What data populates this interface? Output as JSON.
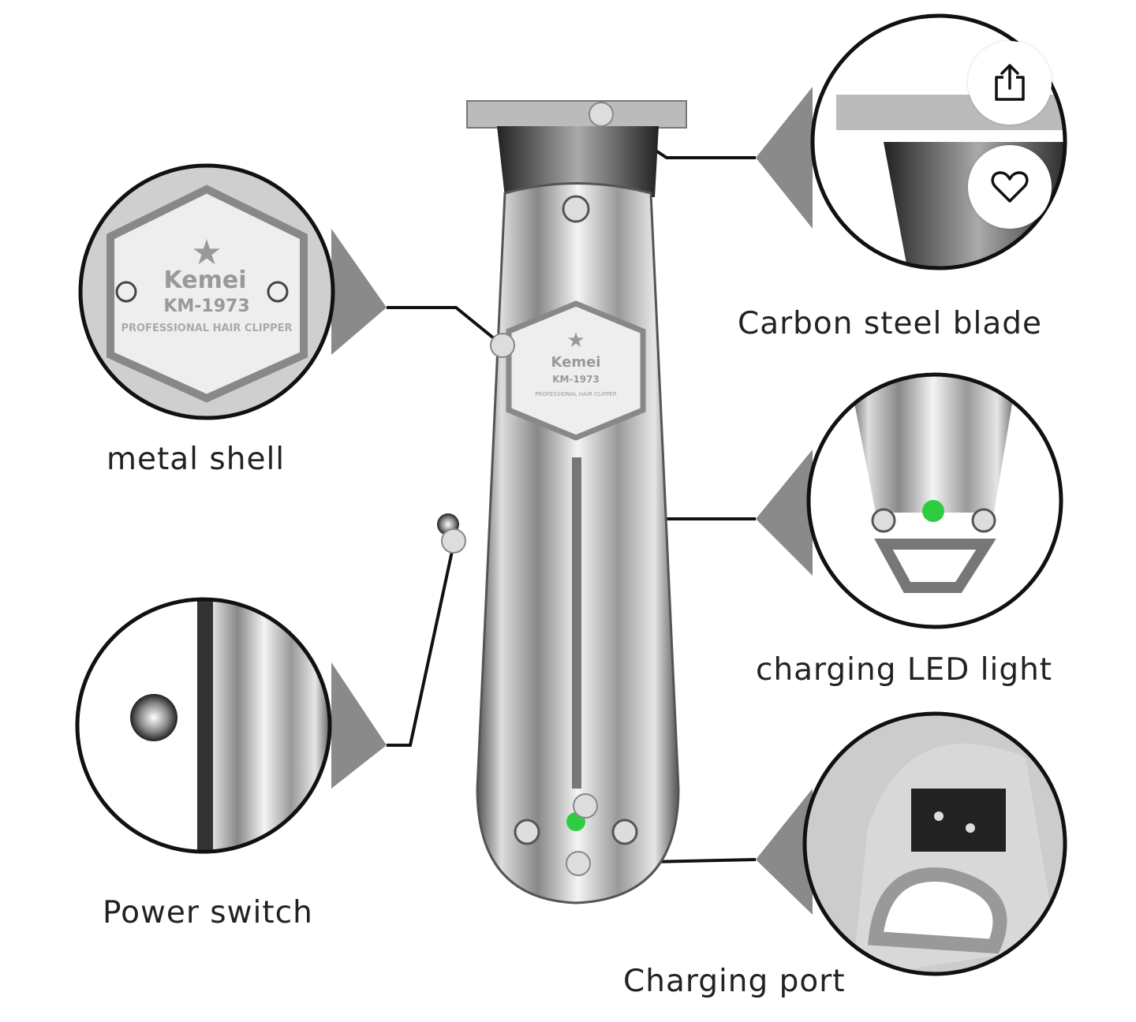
{
  "product_image": {
    "brand": "Kemei",
    "model": "KM-1973",
    "subtitle": "PROFESSIONAL HAIR CLIPPER",
    "callouts": {
      "metal_shell": "metal shell",
      "power_switch": "Power switch",
      "blade": "Carbon steel blade",
      "led": "charging LED light",
      "port": "Charging port"
    },
    "led_color": "#2ecc40"
  },
  "actions": {
    "share_icon": "share-icon",
    "favorite_icon": "heart-icon"
  }
}
